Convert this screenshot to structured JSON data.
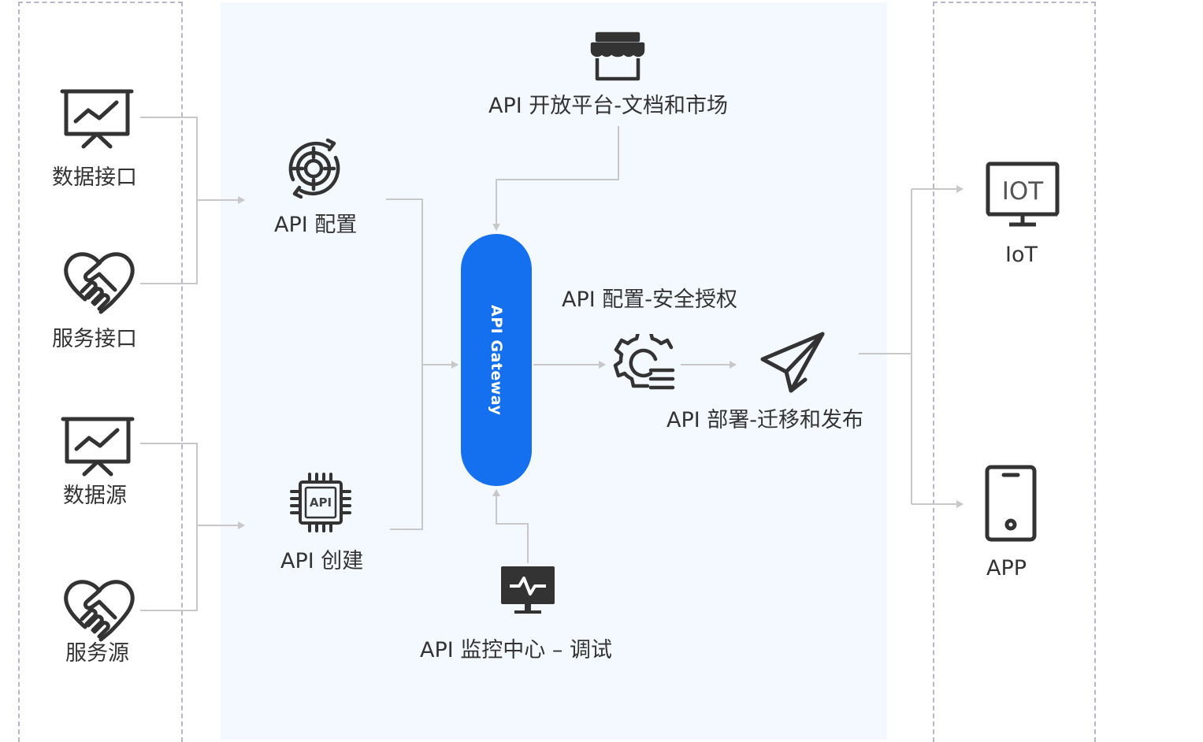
{
  "sources": [
    {
      "label": "数据接口",
      "icon": "presentation-chart-icon"
    },
    {
      "label": "服务接口",
      "icon": "handshake-heart-icon"
    },
    {
      "label": "数据源",
      "icon": "presentation-chart-icon"
    },
    {
      "label": "服务源",
      "icon": "handshake-heart-icon"
    }
  ],
  "center": {
    "config_label": "API 配置",
    "create_label": "API 创建",
    "create_chip_text": "API",
    "portal_label": "API 开放平台-文档和市场",
    "gateway_label": "API Gateway",
    "security_label": "API 配置-安全授权",
    "deploy_label": "API 部署-迁移和发布",
    "monitor_label": "API 监控中心 – 调试"
  },
  "targets": {
    "iot_icon_text": "IOT",
    "iot_label": "IoT",
    "app_label": "APP"
  },
  "colors": {
    "gateway": "#1570ef",
    "panel_background": "#f4f9ff",
    "panel_border": "#b9b6c8",
    "connector": "#c8c8c8",
    "icon_stroke": "#333333"
  }
}
